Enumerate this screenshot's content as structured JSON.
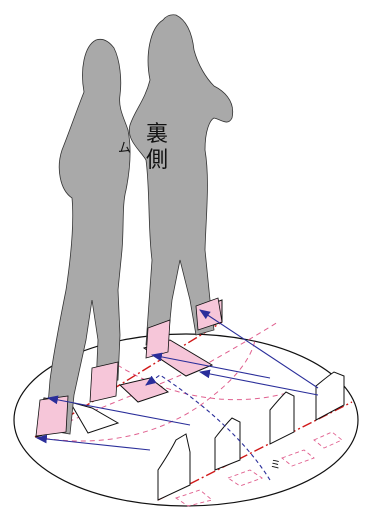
{
  "labels": {
    "back_side_top": "裏",
    "back_side_bottom": "側",
    "dim_left": "ム",
    "dim_right": "ミ"
  },
  "colors": {
    "silhouette": "#a9a9a9",
    "outline": "#111111",
    "pink_fill": "#f6c6d9",
    "pink_dash": "#e0608f",
    "red_center": "#d01818",
    "arrow": "#2a2e9a"
  }
}
